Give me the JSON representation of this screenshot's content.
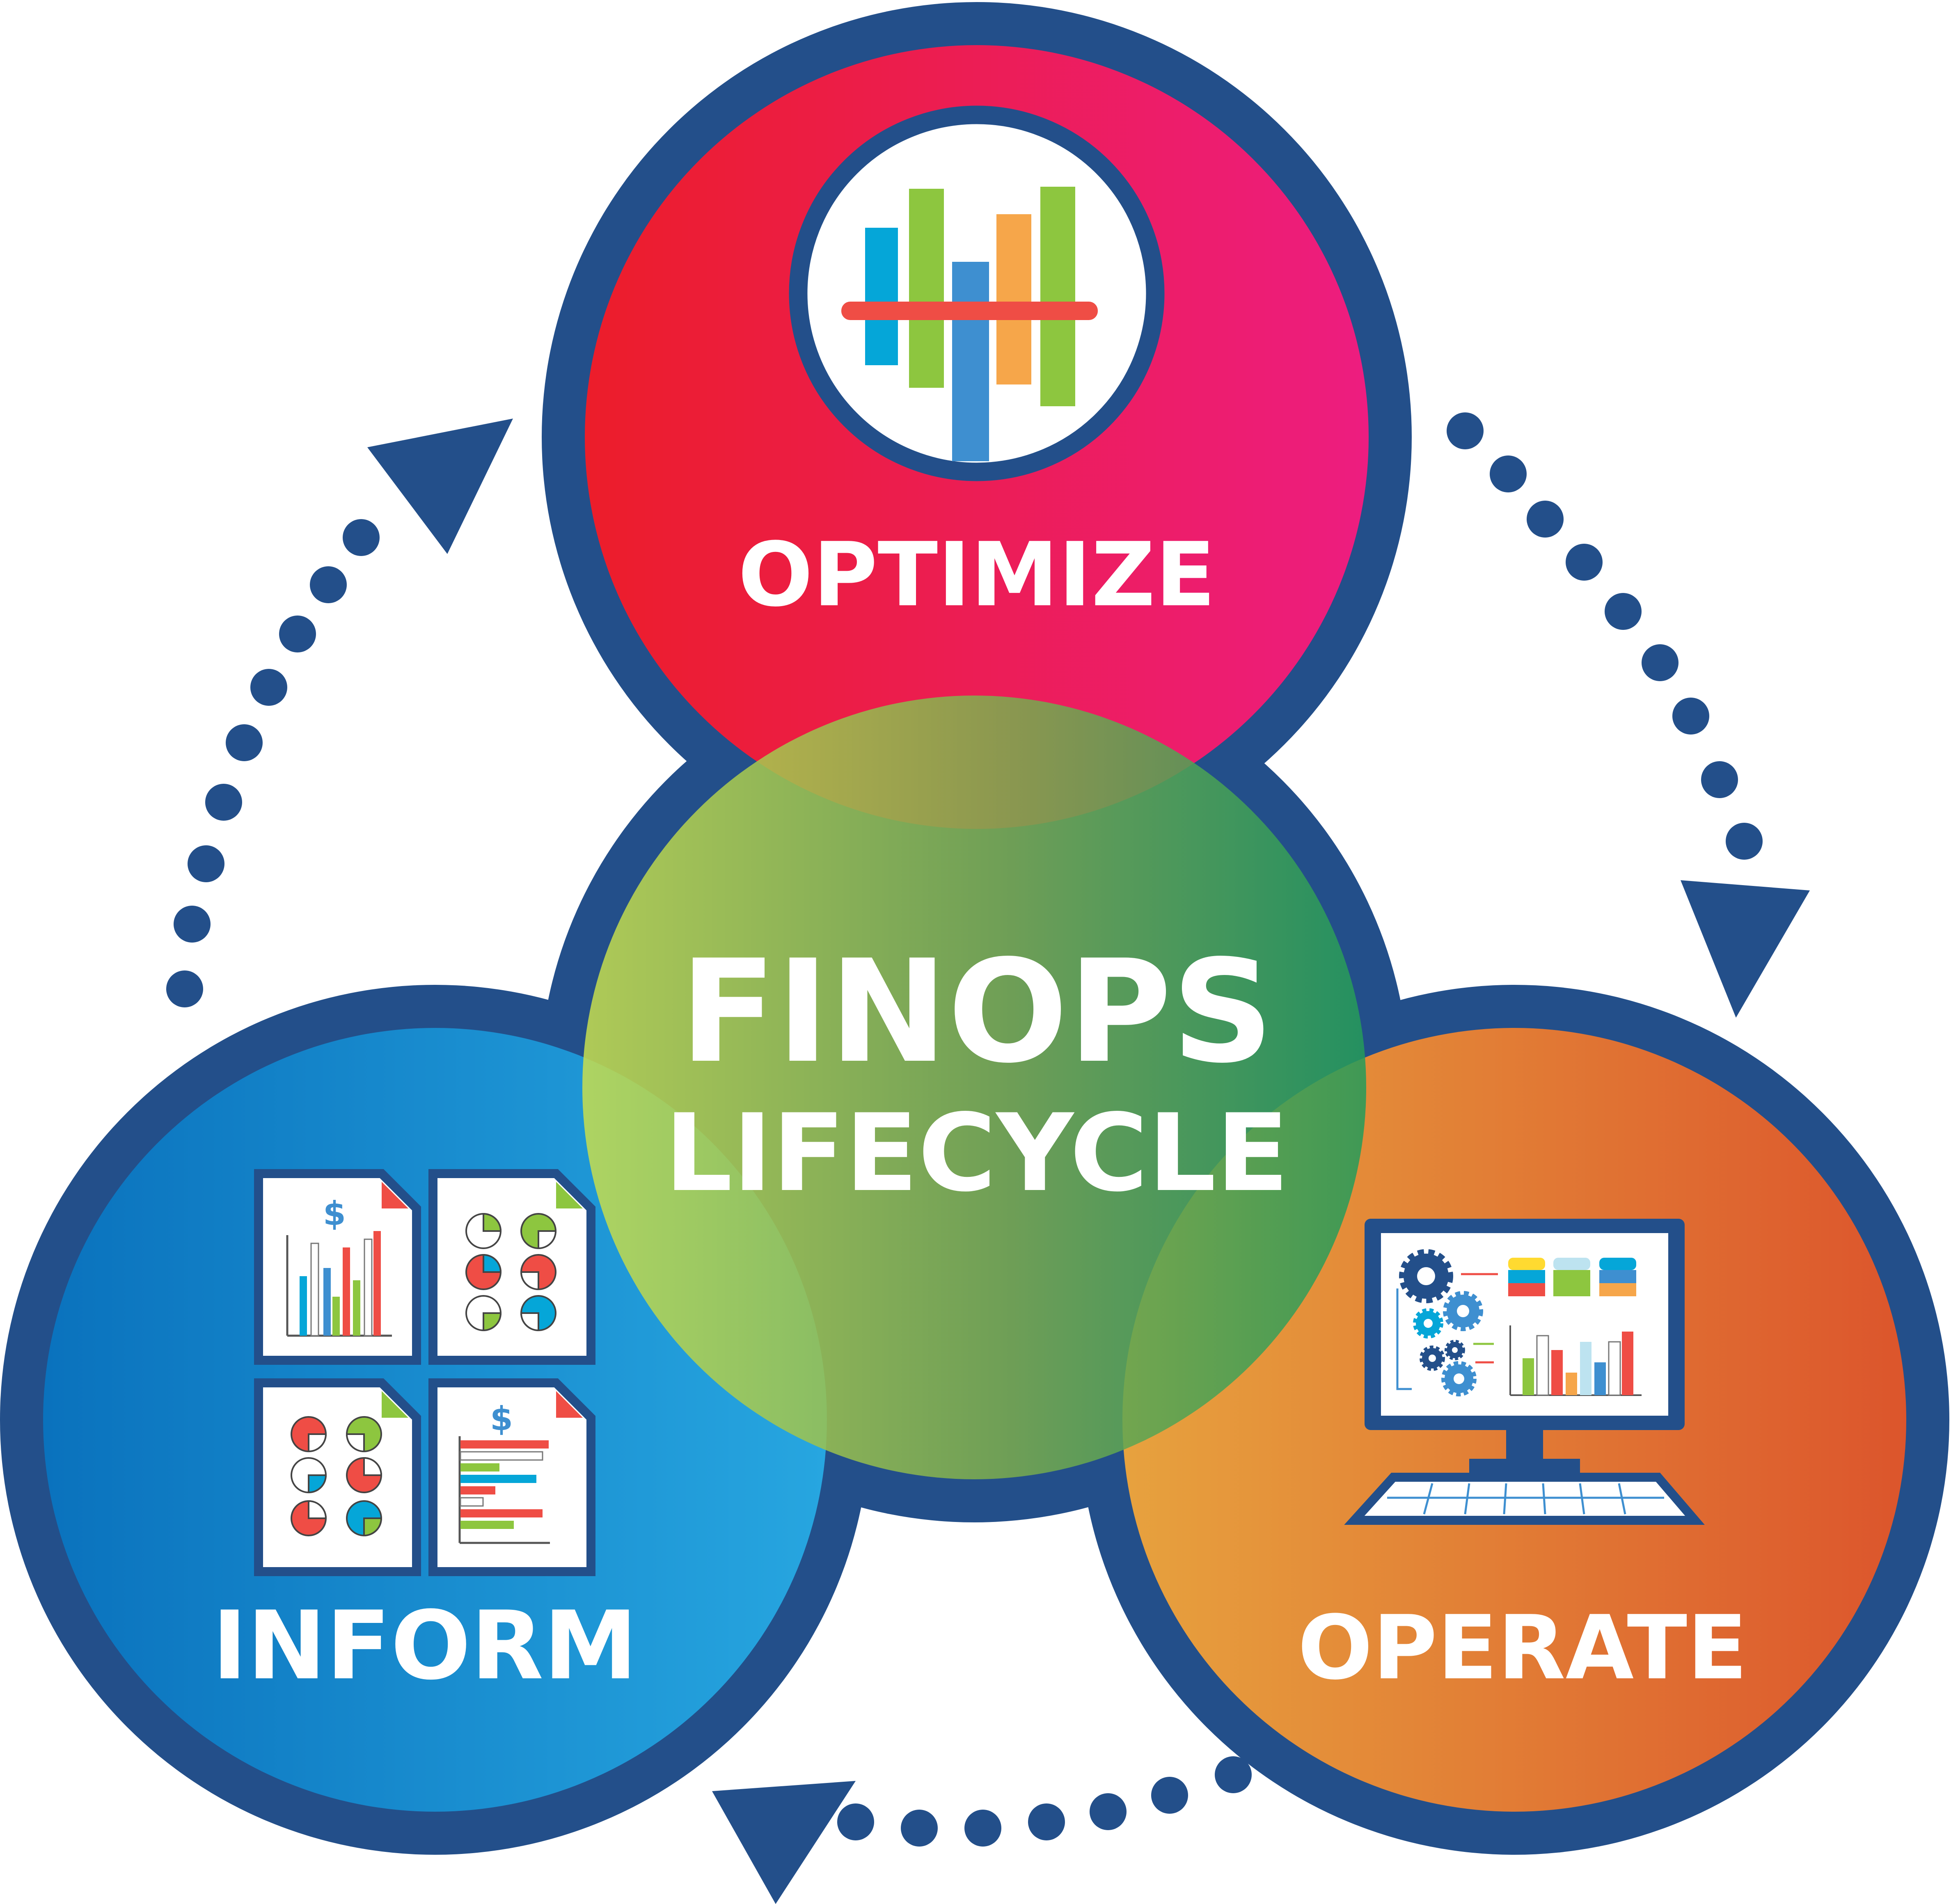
{
  "diagram": {
    "center": {
      "line1": "FINOPS",
      "line2": "LIFECYCLE"
    },
    "phases": [
      {
        "id": "optimize",
        "label": "OPTIMIZE",
        "icon": "bar-chart-threshold-icon"
      },
      {
        "id": "inform",
        "label": "INFORM",
        "icon": "report-documents-icon"
      },
      {
        "id": "operate",
        "label": "OPERATE",
        "icon": "computer-monitor-icon"
      }
    ],
    "colors": {
      "outline": "#234f8a",
      "optimize": [
        "#ec1d2a",
        "#ed1d80"
      ],
      "inform": [
        "#0a72bd",
        "#27a6e0"
      ],
      "operate": [
        "#e7a23e",
        "#dc552c"
      ],
      "center": [
        "#c6de4f",
        "#249b5a"
      ]
    }
  }
}
